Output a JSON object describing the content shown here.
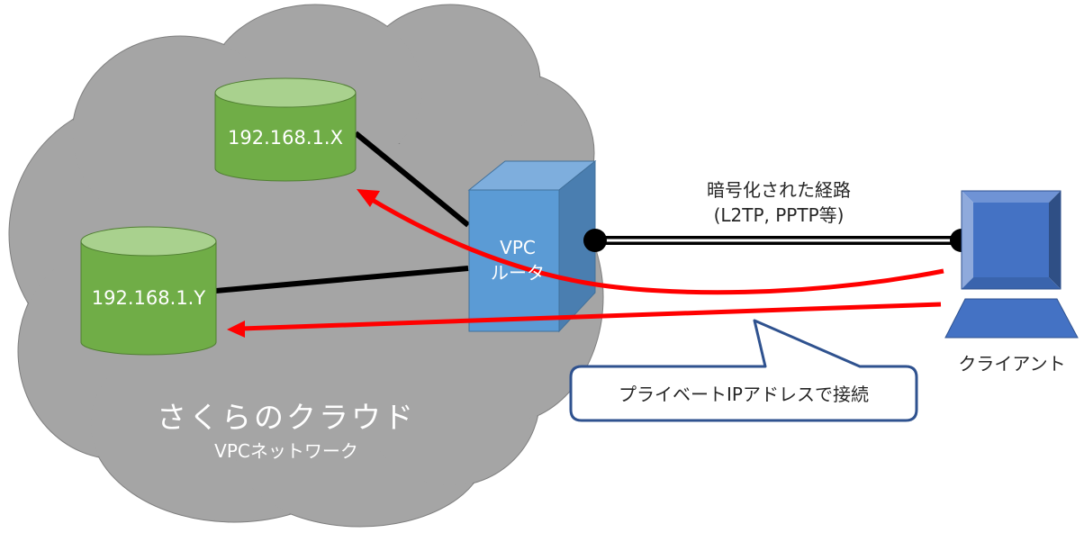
{
  "cloud": {
    "title": "さくらのクラウド",
    "subtitle": "VPCネットワーク",
    "color": "#a5a5a5"
  },
  "servers": [
    {
      "label": "192.168.1.X",
      "color": "#70ad47",
      "top_color": "#a9d18e"
    },
    {
      "label": "192.168.1.Y",
      "color": "#70ad47",
      "top_color": "#a9d18e"
    }
  ],
  "router": {
    "line1": "VPC",
    "line2": "ルータ",
    "color": "#5b9bd5"
  },
  "tunnel": {
    "line1": "暗号化された経路",
    "line2": "(L2TP, PPTP等)"
  },
  "client": {
    "label": "クライアント",
    "color": "#4472c4"
  },
  "callout": {
    "text": "プライベートIPアドレスで接続",
    "border_color": "#2f528f"
  },
  "arrow_color": "#ff0000"
}
